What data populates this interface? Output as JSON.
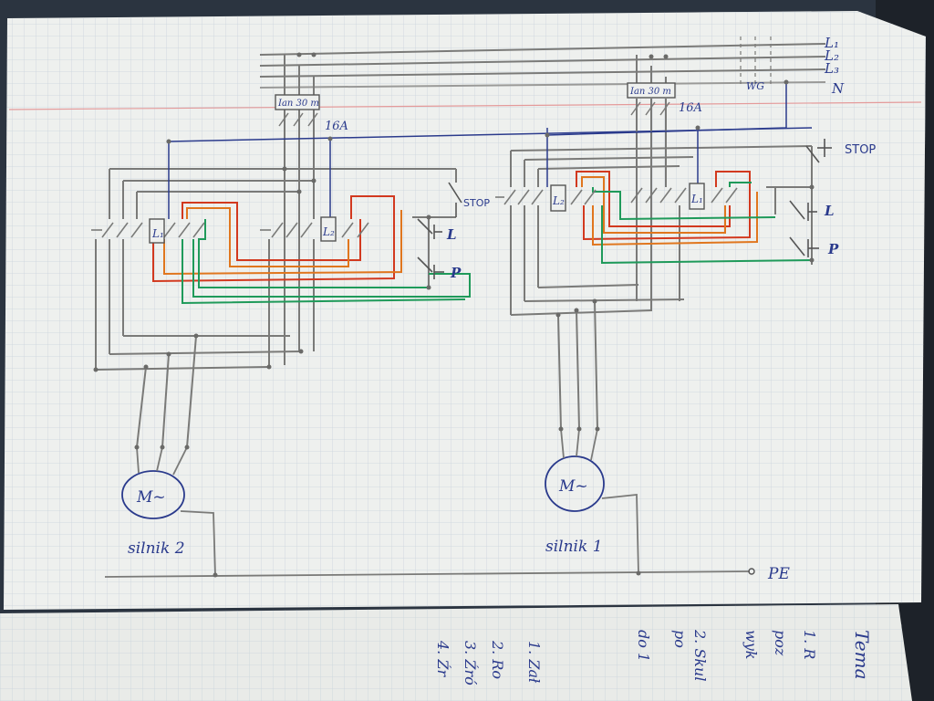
{
  "colors": {
    "background": "#2b3440",
    "paper": "#eef0ee",
    "grid": "#c9d3dc",
    "margin_line": "#e49a9a",
    "pencil": "#7a7a78",
    "blue_ink": "#2a3a8c",
    "red_ink": "#d2391f",
    "orange_ink": "#e0761e",
    "green_ink": "#1f9a5a"
  },
  "diagram": {
    "supply": {
      "phases": [
        "L₁",
        "L₂",
        "L₃"
      ],
      "neutral": "N",
      "main_switch": "WG",
      "earth": "PE"
    },
    "left_circuit": {
      "fuse": "Ian 30 m",
      "fuse_rating": "16A",
      "coil_a": "L₁",
      "coil_b": "L₂",
      "stop_button": "STOP",
      "left_button": "L",
      "right_button": "P",
      "motor_symbol": "M~",
      "motor_caption": "silnik 2"
    },
    "right_circuit": {
      "fuse": "Ian 30 m",
      "fuse_rating": "16A",
      "coil_a": "L₂",
      "coil_b": "L₁",
      "stop_button": "STOP",
      "left_button": "L",
      "right_button": "P",
      "motor_symbol": "M~",
      "motor_caption": "silnik 1"
    },
    "notes_page": [
      "1. Zał",
      "2. Ro",
      "3. Źró",
      "4. Źr",
      "2. Skul",
      "po",
      "do 1",
      "Tema",
      "1. R",
      "poz",
      "wyk"
    ]
  }
}
